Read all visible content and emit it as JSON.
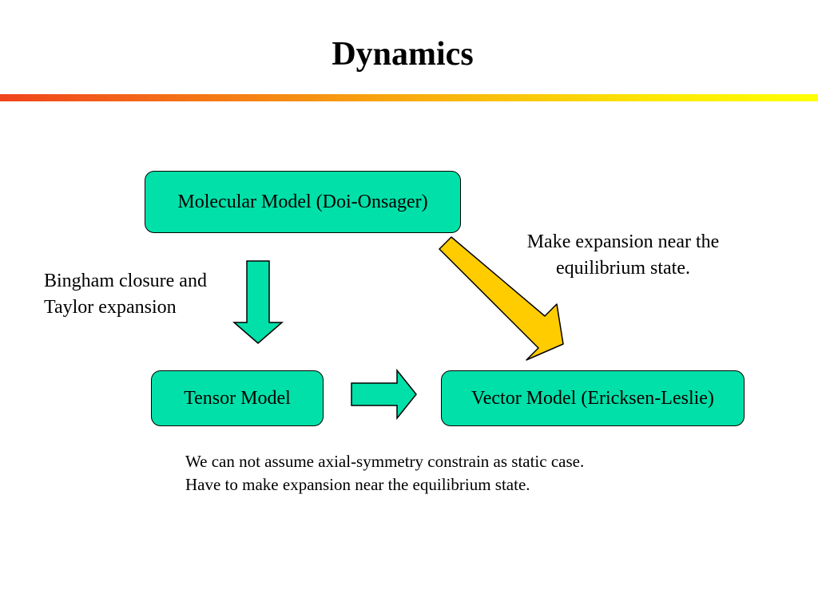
{
  "slide": {
    "title": "Dynamics"
  },
  "diagram": {
    "nodes": {
      "molecular": "Molecular Model (Doi-Onsager)",
      "tensor": "Tensor Model",
      "vector": "Vector Model (Ericksen-Leslie)"
    },
    "edge_labels": {
      "molecular_to_tensor": [
        "Bingham closure and",
        "Taylor expansion"
      ],
      "molecular_to_vector": [
        "Make expansion near the",
        "equilibrium state."
      ]
    },
    "note": [
      "We can not assume axial-symmetry constrain as static case.",
      "Have to make expansion near the equilibrium state."
    ]
  },
  "colors": {
    "node_fill": "#00e0a8",
    "arrow_green": "#00e0a8",
    "arrow_yellow": "#ffcc00",
    "rule_gradient": [
      "#f0441e",
      "#ffff00"
    ]
  }
}
